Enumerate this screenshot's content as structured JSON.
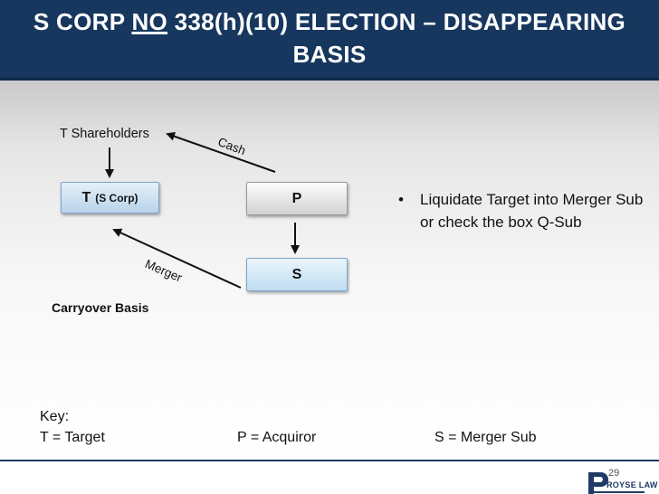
{
  "slide": {
    "title_pre": "S CORP ",
    "title_emph": "NO",
    "title_post": " 338(h)(10) ELECTION – DISAPPEARING BASIS",
    "page_number": "29"
  },
  "diagram": {
    "t_shareholders": "T Shareholders",
    "cash_label": "Cash",
    "merger_label": "Merger",
    "box_t": "T",
    "box_t_sub": "(S Corp)",
    "box_p": "P",
    "box_s": "S",
    "carryover": "Carryover Basis"
  },
  "bullets": [
    "Liquidate Target into Merger Sub or check the box Q-Sub"
  ],
  "key": {
    "heading": "Key:",
    "t": "T = Target",
    "p": "P = Acquiror",
    "s": "S = Merger Sub"
  },
  "logo": {
    "text": "ROYSE LAW"
  },
  "colors": {
    "header": "#17375e",
    "accent": "#1f3a64"
  }
}
